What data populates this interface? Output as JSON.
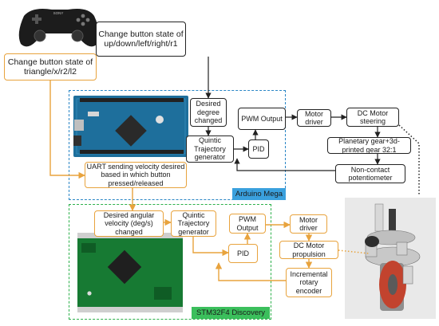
{
  "colors": {
    "arduino_region": "#2a86c6",
    "stm32_region": "#2bb04a",
    "orange_flow": "#e8a33d",
    "black_flow": "#222222"
  },
  "images": {
    "controller": "gamepad-controller",
    "arduino_board": "arduino-mega-board",
    "stm32_board": "stm32f4-discovery-board",
    "wheel_module": "wheel-module-render"
  },
  "diagram": {
    "change_udlr": "Change button state of up/down/left/right/r1",
    "change_tri": "Change button state of triangle/x/r2/l2",
    "desired_degree": "Desired degree changed",
    "quintic_top": "Quintic Trajectory generator",
    "pid_top": "PID",
    "pwm_top": "PWM Output",
    "motor_driver_top": "Motor driver",
    "dc_steering": "DC Motor steering",
    "planetary": "Planetary gear+3d-printed gear 32:1",
    "potentiometer": "Non-contact potentiometer",
    "uart": "UART sending velocity desired based in which button pressed/released",
    "arduino_label": "Arduino Mega",
    "desired_angular": "Desired angular velocity (deg/s) changed",
    "quintic_bottom": "Quintic Trajectory generator",
    "pwm_bottom": "PWM Output",
    "pid_bottom": "PID",
    "motor_driver_bottom": "Motor driver",
    "dc_propulsion": "DC Motor propulsion",
    "encoder": "Incremental rotary encoder",
    "stm32_label": "STM32F4 Discovery",
    "sony_logo": "SONY"
  }
}
